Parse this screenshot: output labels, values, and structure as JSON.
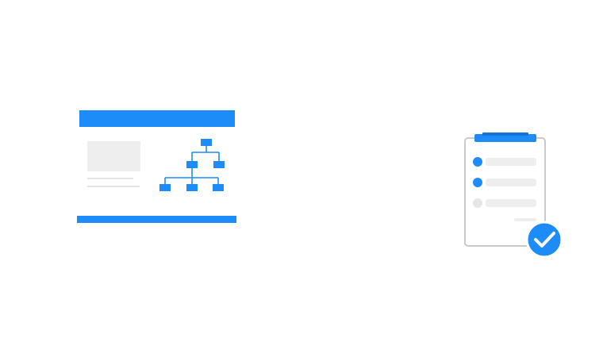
{
  "illustrations": [
    {
      "name": "org-chart-board",
      "icon": "org-chart-board-icon",
      "org_chart": {
        "levels": [
          1,
          2,
          3
        ]
      }
    },
    {
      "name": "checklist-clipboard",
      "icon": "checklist-clipboard-icon",
      "checklist": {
        "items": [
          {
            "checked": true
          },
          {
            "checked": true
          },
          {
            "checked": false
          }
        ]
      },
      "status_icon": "checkmark-badge-icon"
    }
  ],
  "colors": {
    "accent": "#1E8CF8",
    "accent_dark": "#1672D6",
    "placeholder_block": "#EEEEEE",
    "placeholder_line": "#E3E3E3",
    "clipboard_border": "#C9C9C9",
    "unchecked_dot": "#E6E6E6"
  }
}
